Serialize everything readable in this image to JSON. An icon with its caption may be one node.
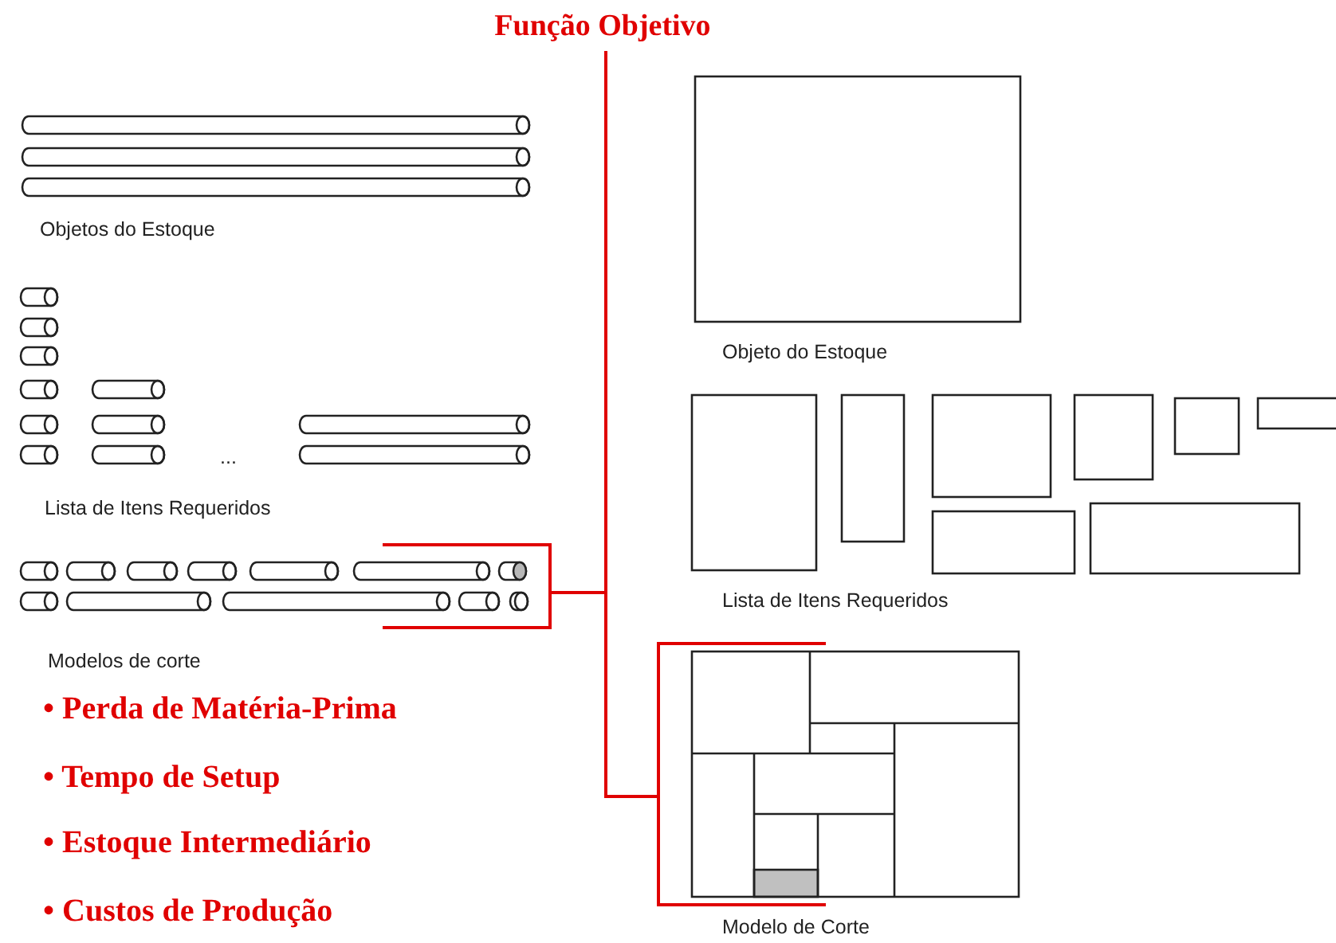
{
  "diagram": {
    "nodes": [
      {
        "text": [
          "Função Objetivo"
        ]
      },
      {
        "text": [],
        "shape": "box"
      },
      {
        "text": [],
        "shape": "box"
      }
    ],
    "edges": [
      {
        "from": 0,
        "to": 1,
        "arrow": "none"
      },
      {
        "from": 0,
        "to": 2,
        "arrow": "none"
      }
    ],
    "labels": [
      "Objetos do Estoque",
      "...",
      "Lista de Itens Requeridos",
      "Modelos de corte",
      "• Perda de Matéria-Prima",
      "• Tempo de Setup",
      "• Estoque Intermediário",
      "• Custos de Produção",
      "Objeto do Estoque",
      "Lista de Itens Requeridos",
      "Modelo de Corte"
    ]
  }
}
